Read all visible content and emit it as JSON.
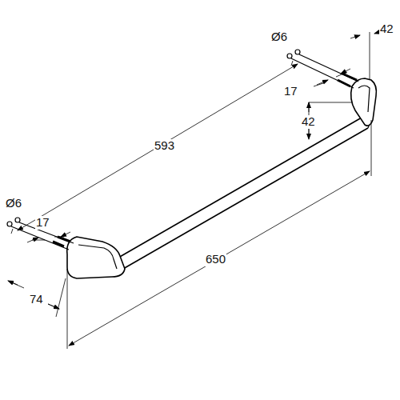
{
  "diagram": {
    "labels": [
      "42",
      "Ø6",
      "17",
      "42",
      "593",
      "Ø6",
      "17",
      "650",
      "74"
    ]
  }
}
